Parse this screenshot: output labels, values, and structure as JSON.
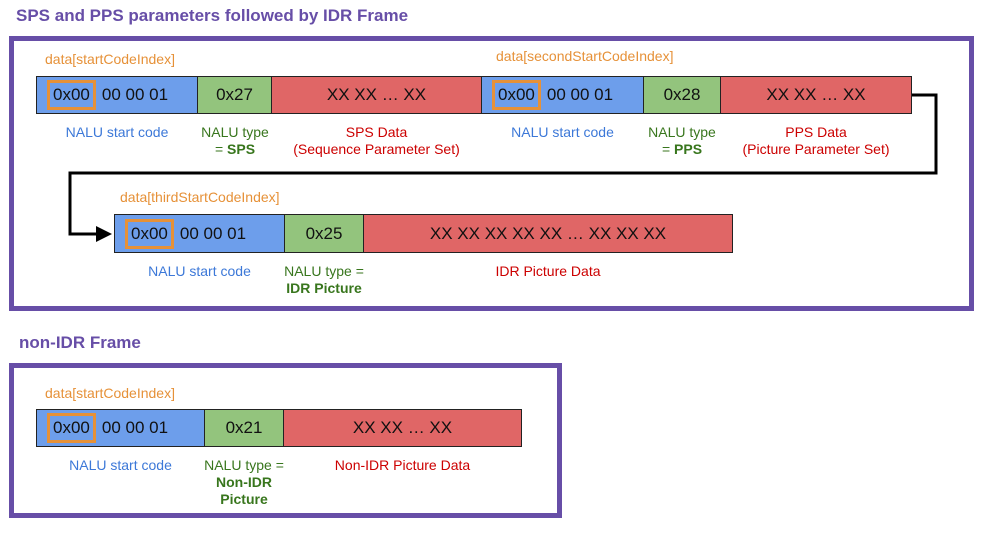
{
  "frames": {
    "idr_title": "SPS and PPS parameters followed by IDR Frame",
    "non_idr_title": "non-IDR Frame"
  },
  "idr": {
    "row1": {
      "index_1": "data[startCodeIndex]",
      "index_2": "data[secondStartCodeIndex]",
      "start_1_hl": "0x00",
      "start_1_rest": "00  00  01",
      "type_1": "0x27",
      "data_1": "XX  XX  …  XX",
      "start_2_hl": "0x00",
      "start_2_rest": "00  00  01",
      "type_2": "0x28",
      "data_2": "XX  XX  … XX",
      "cap_start_1": "NALU start code",
      "cap_type_1_line1": "NALU type",
      "cap_type_1_eq": "= ",
      "cap_type_1_bold": "SPS",
      "cap_data_1_line1": "SPS Data",
      "cap_data_1_line2": "(Sequence Parameter Set)",
      "cap_start_2": "NALU start code",
      "cap_type_2_line1": "NALU type",
      "cap_type_2_eq": "= ",
      "cap_type_2_bold": "PPS",
      "cap_data_2_line1": "PPS Data",
      "cap_data_2_line2": "(Picture Parameter Set)"
    },
    "row2": {
      "index_3": "data[thirdStartCodeIndex]",
      "start_3_hl": "0x00",
      "start_3_rest": "00  00  01",
      "type_3": "0x25",
      "data_3": "XX  XX  XX  XX  XX  …  XX  XX  XX",
      "cap_start_3": "NALU start code",
      "cap_type_3_line1": "NALU type =",
      "cap_type_3_bold": "IDR Picture",
      "cap_data_3": "IDR Picture Data"
    }
  },
  "non_idr": {
    "index_1": "data[startCodeIndex]",
    "start_hl": "0x00",
    "start_rest": "00  00  01",
    "type": "0x21",
    "data": "XX  XX    …   XX",
    "cap_start": "NALU start code",
    "cap_type_line1": "NALU type =",
    "cap_type_bold_1": "Non-IDR",
    "cap_type_bold_2": "Picture",
    "cap_data": "Non-IDR Picture Data"
  },
  "colors": {
    "frame_border": "#674ea7",
    "start_code": "#6d9eeb",
    "nalu_type": "#93c47d",
    "payload": "#e06666",
    "index_highlight": "#e69138"
  }
}
